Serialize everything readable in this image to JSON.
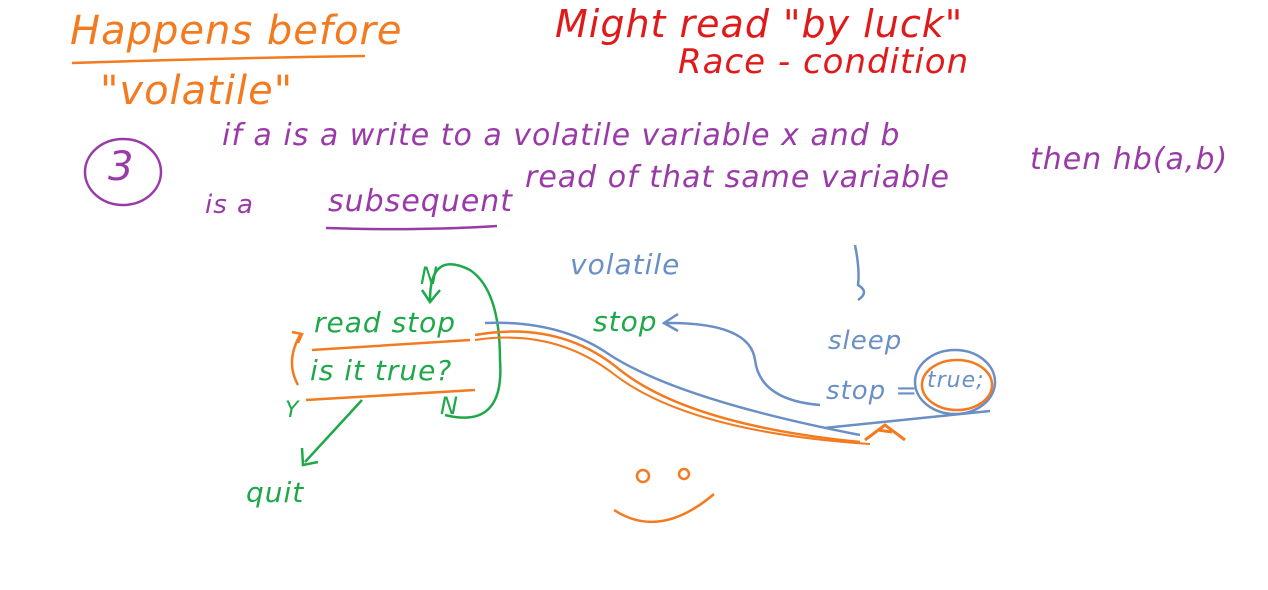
{
  "colors": {
    "orange": "#f47a20",
    "red": "#e01a1a",
    "purple": "#9a3aa8",
    "green": "#1ea84a",
    "blue": "#6a8fc4"
  },
  "header": {
    "title": "Happens before",
    "subtitle": "\"volatile\"",
    "note_line1": "Might read \"by luck\"",
    "note_line2": "Race - condition"
  },
  "rule": {
    "number": "3",
    "line1": "if   a  is a write  to  a volatile variable  x   and  b",
    "line1_end": "then  hb(a,b)",
    "line2_start": "is a",
    "line2_keyword": "subsequent",
    "line2_rest": "read of that same variable"
  },
  "loop": {
    "read_label": "read  stop",
    "check_label": "is it  true?",
    "yes_label": "Y",
    "no_label": "N",
    "top_label": "N",
    "exit_label": "quit"
  },
  "shared": {
    "volatile_label": "volatile",
    "stop_label": "stop"
  },
  "writer": {
    "sleep_label": "sleep",
    "assign_label": "stop =",
    "true_label": "true;"
  }
}
